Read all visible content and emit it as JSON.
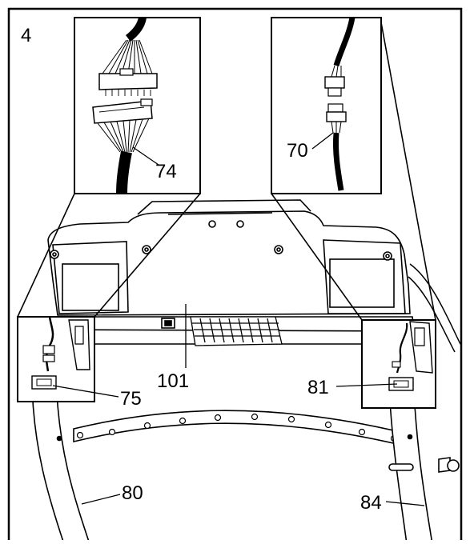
{
  "step_number": "4",
  "callouts": {
    "c70": "70",
    "c74": "74",
    "c75": "75",
    "c80": "80",
    "c81": "81",
    "c84": "84",
    "c101": "101"
  }
}
